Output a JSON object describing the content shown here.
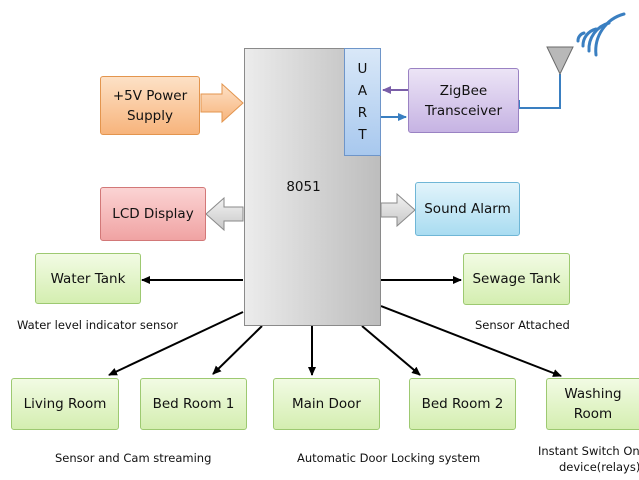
{
  "diagram": {
    "mcu_label": "8051",
    "uart_letters": [
      "U",
      "A",
      "R",
      "T"
    ],
    "boxes": {
      "power_supply": "+5V Power\nSupply",
      "zigbee": "ZigBee\nTransceiver",
      "lcd": "LCD Display",
      "sound_alarm": "Sound Alarm",
      "water_tank": "Water Tank",
      "sewage_tank": "Sewage Tank",
      "living_room": "Living Room",
      "bed_room_1": "Bed Room 1",
      "main_door": "Main Door",
      "bed_room_2": "Bed Room 2",
      "washing_room": "Washing\nRoom"
    },
    "captions": {
      "water_level": "Water level indicator sensor",
      "sensor_attached": "Sensor Attached",
      "cam_streaming": "Sensor and Cam streaming",
      "door_locking": "Automatic Door Locking system",
      "instant_switch_line1": "Instant Switch On",
      "instant_switch_line2": "device(relays)"
    },
    "colors": {
      "box_green": "#d4eeb0",
      "box_orange": "#f7b47c",
      "box_pink": "#f0a3a3",
      "box_blue": "#a9dcf1",
      "box_purple": "#c6b3e3",
      "mcu_grey": "#cfcfcf",
      "uart_blue": "#a8c8ee",
      "arrow_black": "#000000",
      "arrow_purple": "#7a5ea8",
      "arrow_blue": "#3a7fc1",
      "antenna_blue": "#3a7fc1"
    }
  }
}
